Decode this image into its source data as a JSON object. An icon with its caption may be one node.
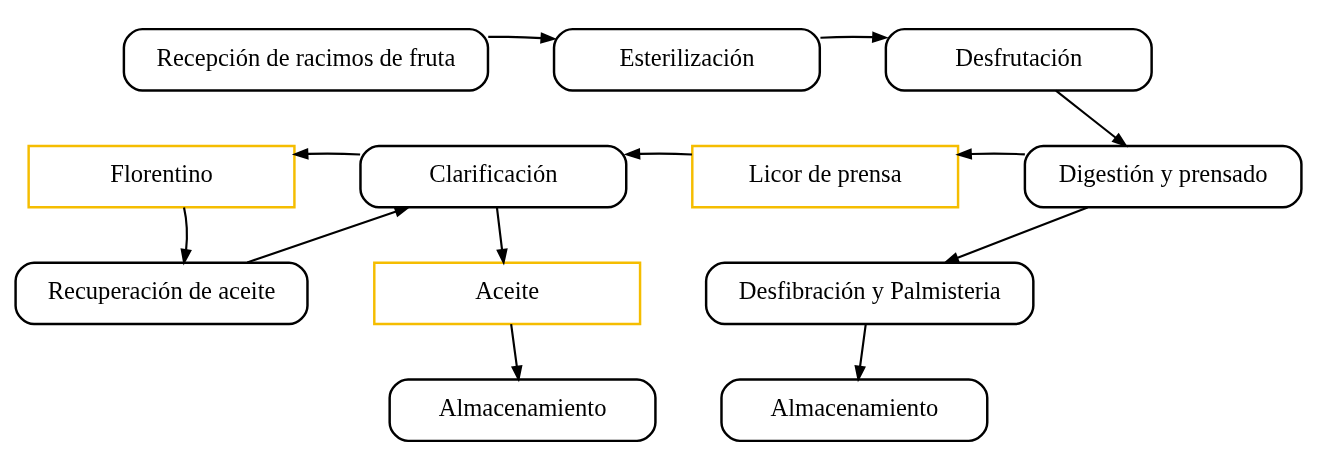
{
  "diagram": {
    "nodes": [
      {
        "text": [
          "Recepción de racimos de fruta"
        ]
      },
      {
        "text": [
          "Esterilización"
        ]
      },
      {
        "text": [
          "Desfrutación"
        ]
      },
      {
        "text": [
          "Florentino"
        ]
      },
      {
        "text": [
          "Clarificación"
        ]
      },
      {
        "text": [
          "Licor de prensa"
        ]
      },
      {
        "text": [
          "Digestión y prensado"
        ]
      },
      {
        "text": [
          "Recuperación de aceite"
        ]
      },
      {
        "text": [
          "Aceite"
        ]
      },
      {
        "text": [
          "Desfibración y Palmisteria"
        ]
      },
      {
        "text": [
          "Almacenamiento"
        ]
      },
      {
        "text": [
          "Almacenamiento"
        ]
      }
    ],
    "edges": [
      {
        "from": 0,
        "to": 1,
        "arrow": "to"
      },
      {
        "from": 1,
        "to": 2,
        "arrow": "to"
      },
      {
        "from": 2,
        "to": 6,
        "arrow": "to"
      },
      {
        "from": 6,
        "to": 5,
        "arrow": "to"
      },
      {
        "from": 5,
        "to": 4,
        "arrow": "to"
      },
      {
        "from": 4,
        "to": 3,
        "arrow": "to"
      },
      {
        "from": 3,
        "to": 7,
        "arrow": "to"
      },
      {
        "from": 7,
        "to": 4,
        "arrow": "to"
      },
      {
        "from": 4,
        "to": 8,
        "arrow": "to"
      },
      {
        "from": 8,
        "to": 10,
        "arrow": "to"
      },
      {
        "from": 6,
        "to": 9,
        "arrow": "to"
      },
      {
        "from": 9,
        "to": 11,
        "arrow": "to"
      }
    ]
  }
}
